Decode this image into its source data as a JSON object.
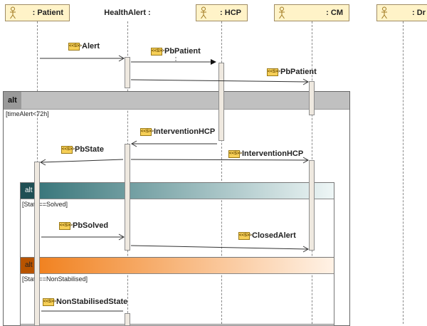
{
  "lifelines": [
    {
      "key": "patient",
      "label": ": Patient",
      "icon": "actor-icon"
    },
    {
      "key": "healthalert",
      "label": "HealthAlert :",
      "icon": null
    },
    {
      "key": "hcp",
      "label": ": HCP",
      "icon": "actor-icon"
    },
    {
      "key": "cm",
      "label": ": CM",
      "icon": "actor-icon"
    },
    {
      "key": "dr",
      "label": ": Dr",
      "icon": "actor-icon"
    }
  ],
  "fragments": {
    "outer": {
      "operator": "alt",
      "guard": "[timeAlert<72h]"
    },
    "inner1": {
      "operator": "alt",
      "guard": "[State==Solved]"
    },
    "inner2": {
      "operator": "alt",
      "guard": "[State==NonStabilised]"
    }
  },
  "messages": {
    "alert": "Alert",
    "pbpatient1": "PbPatient",
    "pbpatient2": "PbPatient",
    "intervention1": "InterventionHCP",
    "pbstate": "PbState",
    "intervention2": "InterventionHCP",
    "pbsolved": "PbSolved",
    "closedalert": "ClosedAlert",
    "nonstabilised": "NonStabilisedState"
  },
  "icons": {
    "signal": "signal-icon",
    "signal_text": "<<S>>"
  },
  "colors": {
    "lifeline_fill": "#fff3c8",
    "outer_alt_bar": "#c0c0c0",
    "inner1_alt_start": "#2f6f74",
    "inner1_alt_end": "#eef6f6",
    "inner2_alt_start": "#f07b14",
    "inner2_alt_end": "#fff2e6",
    "signal_icon": "#f6cf57"
  }
}
